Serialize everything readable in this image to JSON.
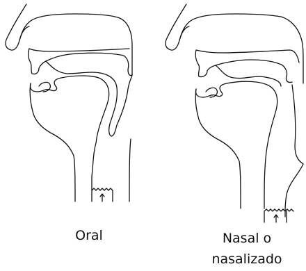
{
  "figure": {
    "panels": [
      {
        "id": "oral",
        "label": "Oral"
      },
      {
        "id": "nasal",
        "label_line1": "Nasal o",
        "label_line2": "nasalizado"
      }
    ]
  }
}
